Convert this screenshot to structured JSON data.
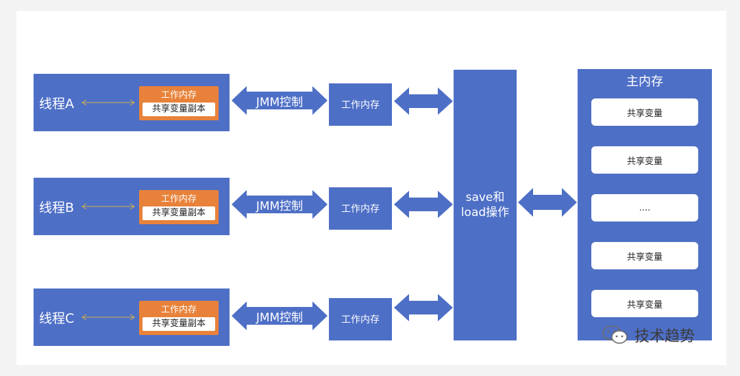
{
  "threads": [
    {
      "label": "线程A",
      "work_memory": "工作内存",
      "var_copy": "共享变量副本",
      "jmm": "JMM控制",
      "work_memory_2": "工作内存"
    },
    {
      "label": "线程B",
      "work_memory": "工作内存",
      "var_copy": "共享变量副本",
      "jmm": "JMM控制",
      "work_memory_2": "工作内存"
    },
    {
      "label": "线程C",
      "work_memory": "工作内存",
      "var_copy": "共享变量副本",
      "jmm": "JMM控制",
      "work_memory_2": "工作内存"
    }
  ],
  "save_load": {
    "line1": "save和",
    "line2": "load操作"
  },
  "main_memory": {
    "title": "主内存",
    "items": [
      "共享变量",
      "共享变量",
      "....",
      "共享变量",
      "共享变量"
    ]
  },
  "watermark": {
    "text": "技术趋势"
  },
  "colors": {
    "blue": "#4e6fc6",
    "orange": "#e8823a",
    "arrow_line": "#d4b24a"
  }
}
